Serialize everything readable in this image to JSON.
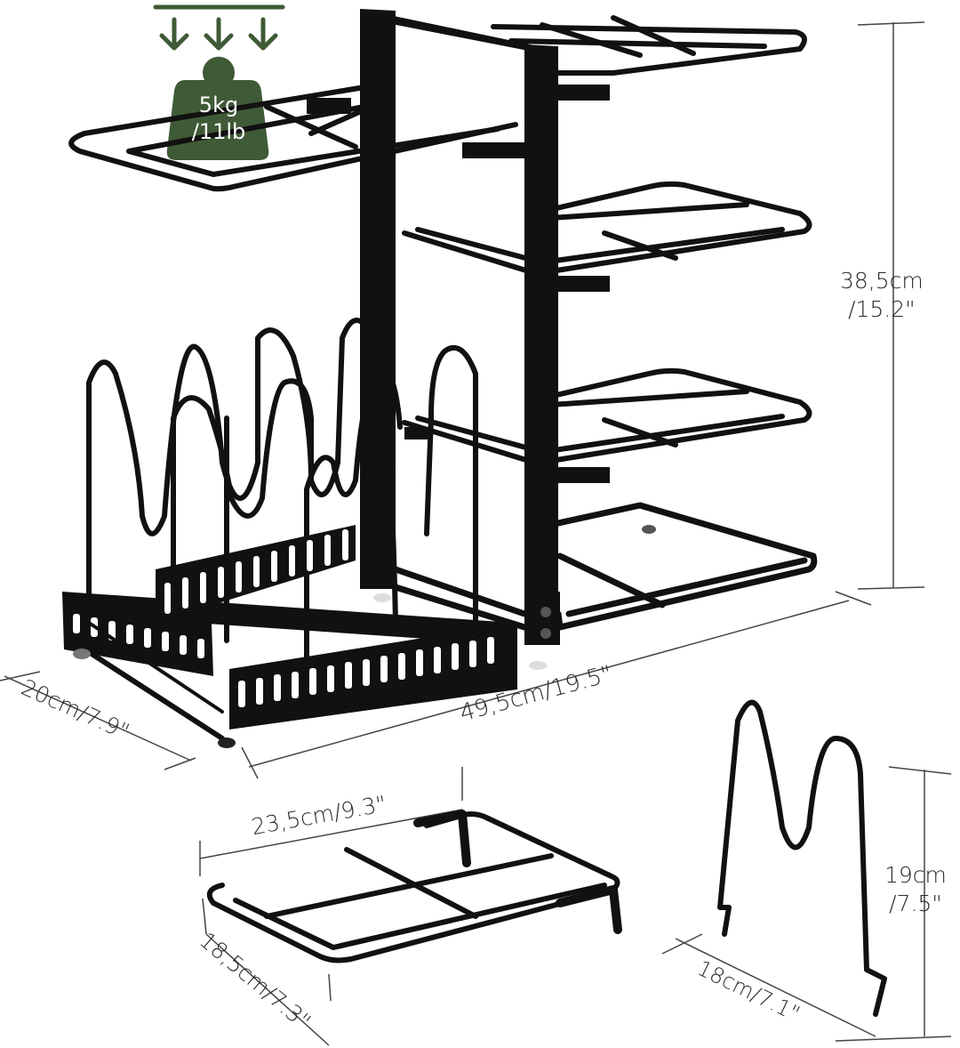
{
  "weight_badge": {
    "line1": "5kg",
    "line2": "/11lb",
    "color": "#3f5a36"
  },
  "dimensions": {
    "height_total": {
      "metric": "38,5cm",
      "imperial": "/15.2\""
    },
    "depth": "20cm/7.9\"",
    "width": "49,5cm/19.5\"",
    "shelf_width": "23,5cm/9.3\"",
    "shelf_depth": {
      "metric": "18,5cm",
      "imperial": "/7.3\""
    },
    "divider_width": "18cm/7.1\"",
    "divider_height": {
      "metric": "19cm",
      "imperial": "/7.5\""
    }
  },
  "colors": {
    "rack": "#111111",
    "dimension_line": "#444444",
    "accent": "#3f5a36"
  }
}
